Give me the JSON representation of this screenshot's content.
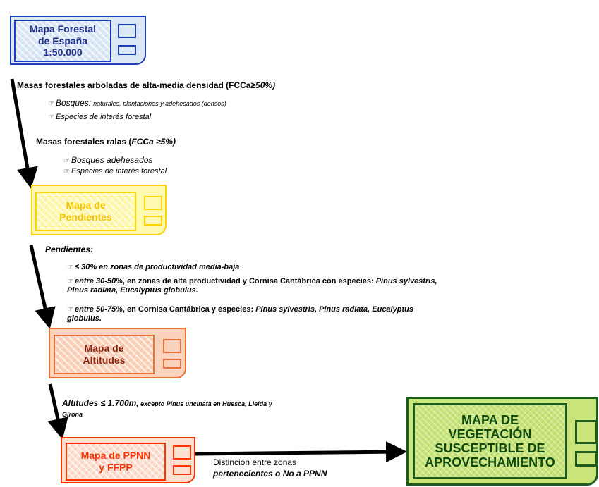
{
  "boxes": {
    "forestal": {
      "lines": [
        "Mapa Forestal",
        "de España",
        "1:50.000"
      ],
      "fill": "#dde8f7",
      "border": "#1f3fb8",
      "text_color": "#1f2f8a"
    },
    "pendientes": {
      "lines": [
        "Mapa de",
        "Pendientes"
      ],
      "fill": "#fff8b0",
      "border": "#ffd400",
      "text_color": "#f5c400"
    },
    "altitudes": {
      "lines": [
        "Mapa de",
        "Altitudes"
      ],
      "fill": "#fbd3bd",
      "border": "#e8703a",
      "text_color": "#8a1f0a"
    },
    "ppnn": {
      "lines": [
        "Mapa de PPNN",
        "y FFPP"
      ],
      "fill": "#fce1d3",
      "border": "#ff3300",
      "text_color": "#ff3300"
    },
    "vegetacion": {
      "lines": [
        "MAPA DE",
        "VEGETACIÓN",
        "SUSCEPTIBLE DE",
        "APROVECHAMIENTO"
      ],
      "fill": "#c9e57a",
      "border": "#1f5a1f",
      "text_color": "#0f4a0f"
    }
  },
  "step1": {
    "heading_prefix": "Masas forestales arboladas de alta-media densidad (FCCa≥",
    "heading_value": "50%)",
    "bosques_label": "Bosques:",
    "bosques_detail": "naturales,  plantaciones y adehesados (densos)",
    "especies": "Especies de interés forestal"
  },
  "step1b": {
    "heading_prefix": "Masas forestales ralas (",
    "heading_value": "FCCa ≥5%)",
    "items": [
      "Bosques adehesados",
      "Especies de interés forestal"
    ]
  },
  "step2": {
    "heading": "Pendientes:",
    "item1": "≤ 30% en zonas de productividad media-baja",
    "item2_a": "entre 30-50%",
    "item2_b": ", en zonas de alta productividad y Cornisa Cantábrica con especies: ",
    "item2_c": "Pinus sylvestris,",
    "item2_d": "Pinus radiata, Eucalyptus globulus.",
    "item3_a": "entre 50-75%",
    "item3_b": ", en Cornisa Cantábrica y especies: ",
    "item3_c": "Pinus sylvestris, Pinus radiata, Eucalyptus",
    "item3_d": "globulus."
  },
  "step3": {
    "main": "Altitudes ≤ 1.700m,",
    "detail": " excepto Pinus uncinata en Huesca, Lleida y",
    "detail2": "Girona"
  },
  "step4": {
    "line1": "Distinción entre zonas",
    "line2": "pertenecientes o No a PPNN"
  },
  "icons": {
    "bullet": "hand-pointer-icon"
  }
}
